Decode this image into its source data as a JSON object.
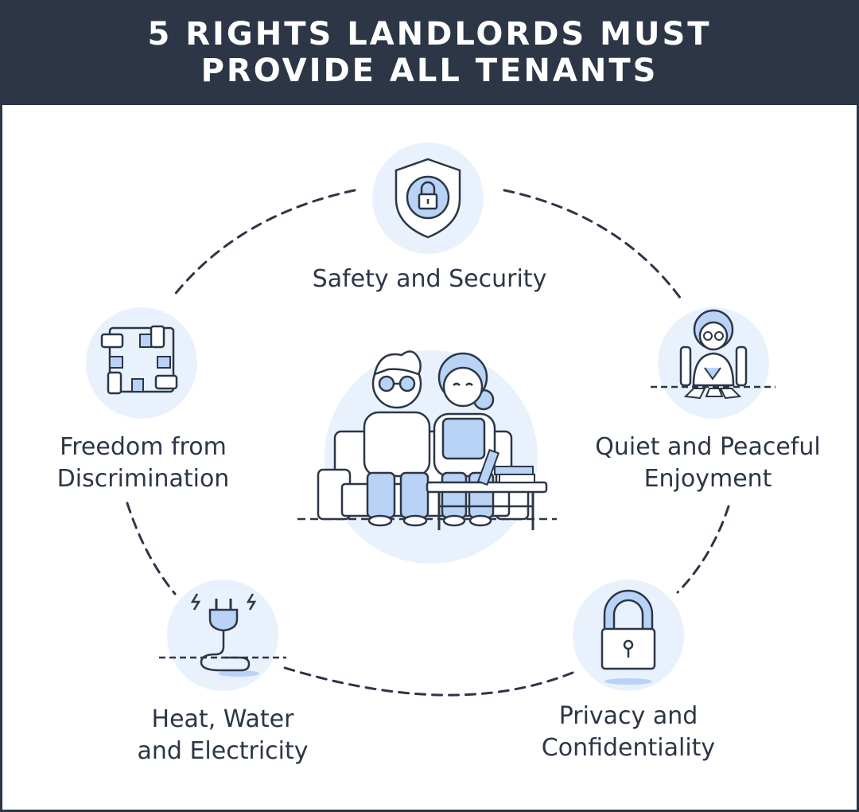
{
  "header": {
    "title_line1": "5 RIGHTS LANDLORDS MUST",
    "title_line2": "PROVIDE ALL TENANTS"
  },
  "rights": {
    "safety": "Safety and Security",
    "freedom_line1": "Freedom from",
    "freedom_line2": "Discrimination",
    "quiet_line1": "Quiet and Peaceful",
    "quiet_line2": "Enjoyment",
    "heat_line1": "Heat, Water",
    "heat_line2": "and Electricity",
    "privacy_line1": "Privacy and",
    "privacy_line2": "Confidentiality"
  },
  "colors": {
    "header_bg": "#2c3646",
    "text": "#2c3646",
    "circle_fill": "#e9f1fd",
    "icon_fill": "#b9d3f6",
    "stroke": "#2c3646"
  },
  "icons": [
    "shield-lock-icon",
    "joined-hands-icon",
    "meditating-person-icon",
    "plug-icon",
    "padlock-icon",
    "couple-on-couch-icon"
  ]
}
